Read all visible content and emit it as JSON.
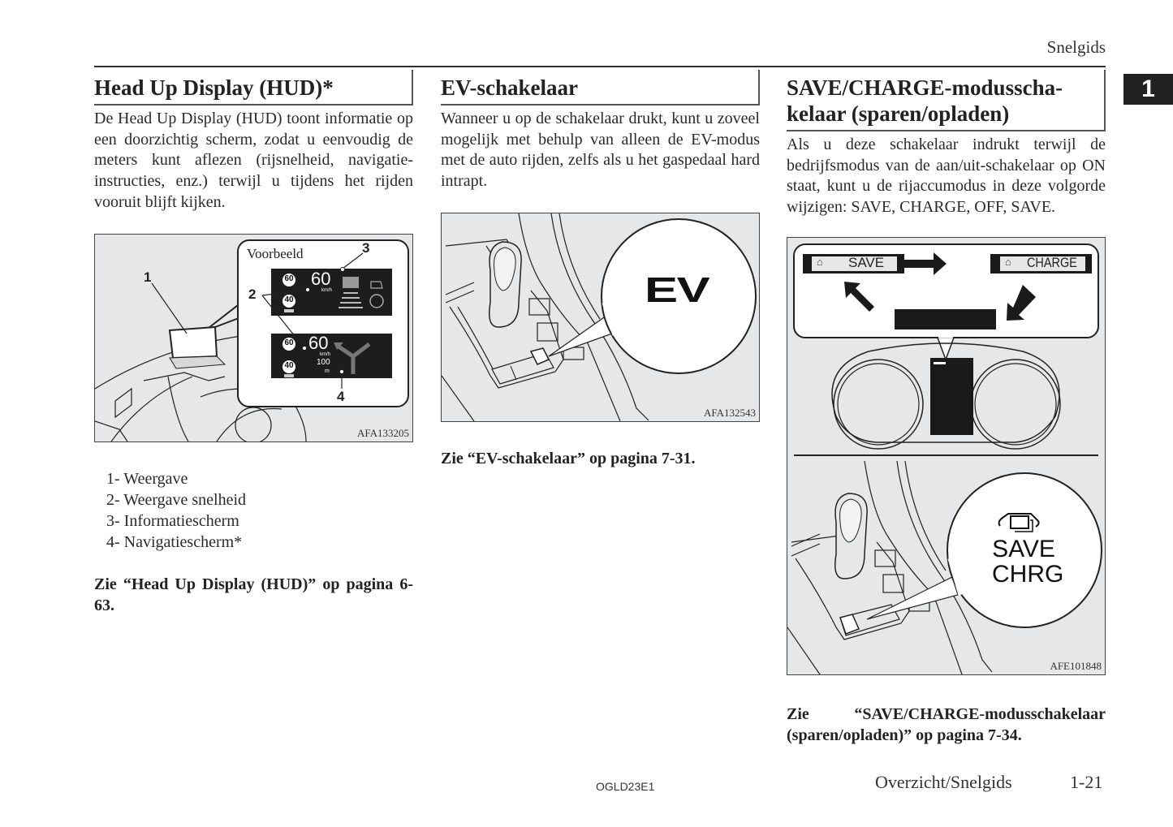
{
  "header": {
    "running_head": "Snelgids",
    "chapter_tab": "1"
  },
  "columns": [
    {
      "title": "Head Up Display (HUD)*",
      "body": "De Head Up Display (HUD) toont informatie op een doorzichtig scherm, zodat u eenvoudig de meters kunt aflezen (rijsnelheid, navigatie-instructies, enz.) terwijl u tijdens het rijden vooruit blijft kijken.",
      "figure": {
        "code": "AFA133205",
        "inset_label": "Voorbeeld",
        "callouts": [
          "1",
          "2",
          "3",
          "4"
        ],
        "hud_top": {
          "limit_sign": "60",
          "next_sign": "40",
          "speed": "60",
          "unit": "km/h"
        },
        "hud_bottom": {
          "limit_sign": "60",
          "next_sign": "40",
          "speed": "60",
          "unit": "km/h",
          "distance": "100",
          "distance_unit": "m"
        }
      },
      "legend": [
        "1- Weergave",
        "2- Weergave snelheid",
        "3- Informatiescherm",
        "4- Navigatiescherm*"
      ],
      "reference": "Zie “Head Up Display (HUD)” op pagina 6-63."
    },
    {
      "title": "EV-schakelaar",
      "body": "Wanneer u op de schakelaar drukt, kunt u zoveel mogelijk met behulp van alleen de EV-modus met de auto rijden, zelfs als u het gaspedaal hard intrapt.",
      "figure": {
        "code": "AFA132543",
        "switch_label": "EV"
      },
      "reference": "Zie “EV-schakelaar” op pagina 7-31."
    },
    {
      "title": "SAVE/CHARGE-modusschakelaar (sparen/opladen)",
      "title_line1": "SAVE/CHARGE-modusscha-",
      "title_line2": "kelaar (sparen/opladen)",
      "body": "Als u deze schakelaar indrukt terwijl de bedrijfsmodus van de aan/uit-schakelaar op ON staat, kunt u de rijaccumodus in deze volgorde wijzigen: SAVE, CHARGE, OFF, SAVE.",
      "figure": {
        "code": "AFE101848",
        "mode_save": "SAVE",
        "mode_charge": "CHARGE",
        "switch_line1": "SAVE",
        "switch_line2": "CHRG"
      },
      "reference": "Zie “SAVE/CHARGE-modusschakelaar (sparen/opladen)” op pagina 7-34."
    }
  ],
  "footer": {
    "doc_code": "OGLD23E1",
    "section": "Overzicht/Snelgids",
    "page": "1-21"
  }
}
